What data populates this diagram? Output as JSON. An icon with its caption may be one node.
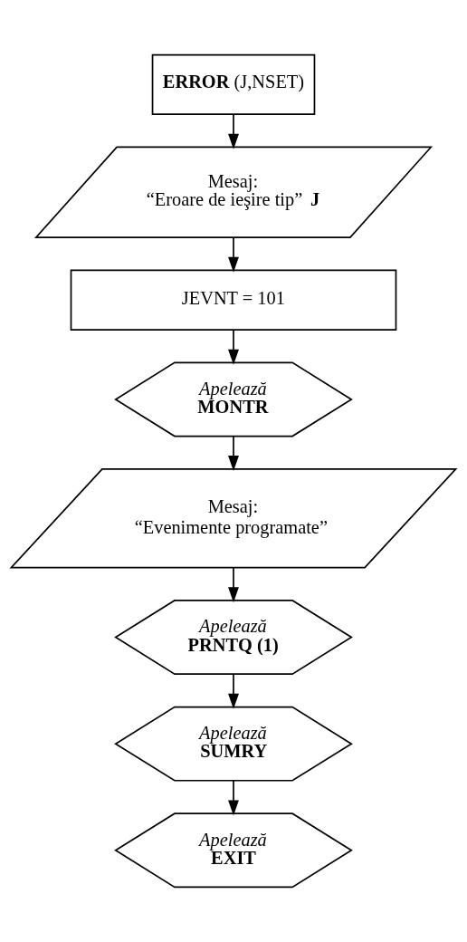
{
  "diagram": {
    "nodes": [
      {
        "text": [
          "**ERROR** (J,NSET)"
        ]
      },
      {
        "text": [
          "Mesaj:",
          "“Eroare de ieşire tip” **J**"
        ]
      },
      {
        "text": [
          "JEVNT = 101"
        ]
      },
      {
        "text": [
          "Apelează",
          "MONTR"
        ]
      },
      {
        "text": [
          "Mesaj:",
          "“Evenimente programate”"
        ]
      },
      {
        "text": [
          "Apelează",
          "PRNTQ (1)"
        ]
      },
      {
        "text": [
          "Apelează",
          "SUMRY"
        ]
      },
      {
        "text": [
          "Apelează",
          "EXIT"
        ]
      }
    ],
    "edges": [
      {
        "from": 0,
        "to": 1,
        "arrow": "to"
      },
      {
        "from": 1,
        "to": 2,
        "arrow": "to"
      },
      {
        "from": 2,
        "to": 3,
        "arrow": "to"
      },
      {
        "from": 3,
        "to": 4,
        "arrow": "to"
      },
      {
        "from": 4,
        "to": 5,
        "arrow": "to"
      },
      {
        "from": 5,
        "to": 6,
        "arrow": "to"
      },
      {
        "from": 6,
        "to": 7,
        "arrow": "to"
      }
    ]
  }
}
